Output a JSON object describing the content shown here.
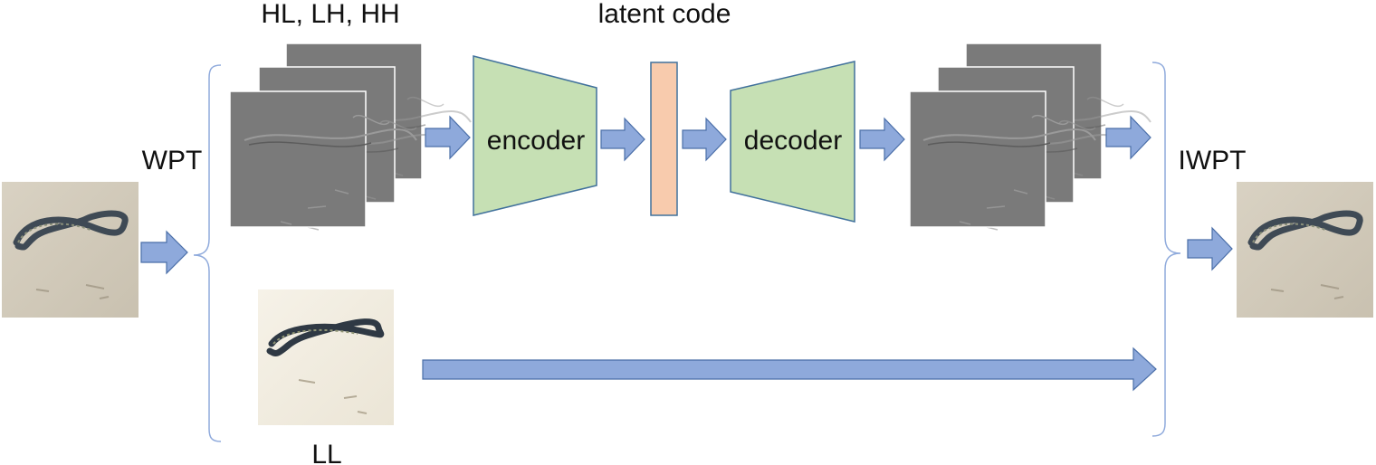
{
  "labels": {
    "subbands_high": "HL, LH, HH",
    "latent": "latent code",
    "wpt": "WPT",
    "iwpt": "IWPT",
    "subband_low": "LL",
    "encoder": "encoder",
    "decoder": "decoder"
  },
  "colors": {
    "arrow_fill": "#8ea9db",
    "arrow_stroke": "#4a6ea8",
    "block_fill": "#c6e0b4",
    "block_stroke": "#41719c",
    "latent_fill": "#f8cbad",
    "latent_stroke": "#41719c",
    "brace": "#8faadc",
    "subband_gray": "#7a7a7a"
  }
}
